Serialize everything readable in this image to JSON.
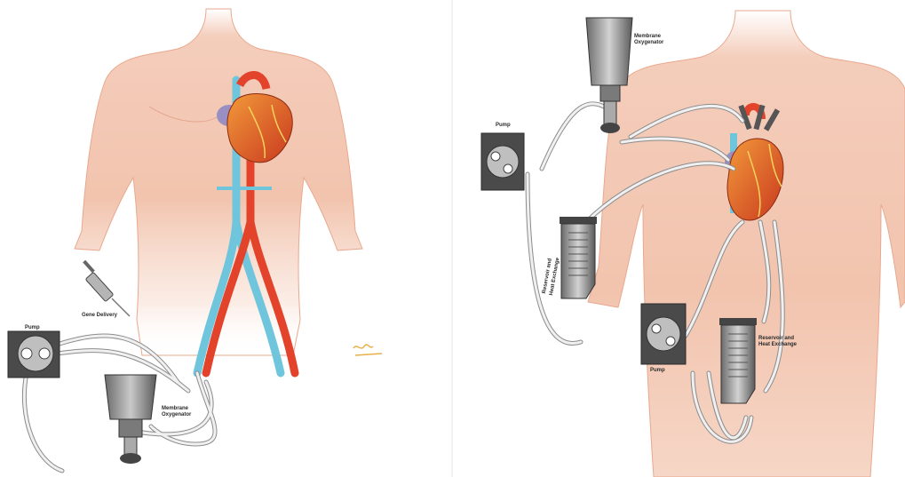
{
  "left_panel": {
    "labels": {
      "pump": "Pump",
      "gene_delivery": "Gene Delivery",
      "oxygenator_line1": "Membrane",
      "oxygenator_line2": "Oxygenator"
    },
    "colors": {
      "skin": "#f2c7b3",
      "artery": "#e2432a",
      "vein": "#6fc6dc",
      "heart": "#e8732b",
      "tube": "#e8e8e8",
      "device": "#555555"
    }
  },
  "right_panel": {
    "labels": {
      "oxygenator_line1": "Membrane",
      "oxygenator_line2": "Oxygenator",
      "pump_top": "Pump",
      "pump_bottom": "Pump",
      "reservoir_left_line1": "Reservoir and",
      "reservoir_left_line2": "Heat Exchange",
      "reservoir_right_line1": "Reservoir and",
      "reservoir_right_line2": "Heat Exchange"
    },
    "colors": {
      "skin": "#f2c7b3",
      "heart": "#e8732b",
      "tube": "#e8e8e8",
      "device": "#555555"
    }
  }
}
